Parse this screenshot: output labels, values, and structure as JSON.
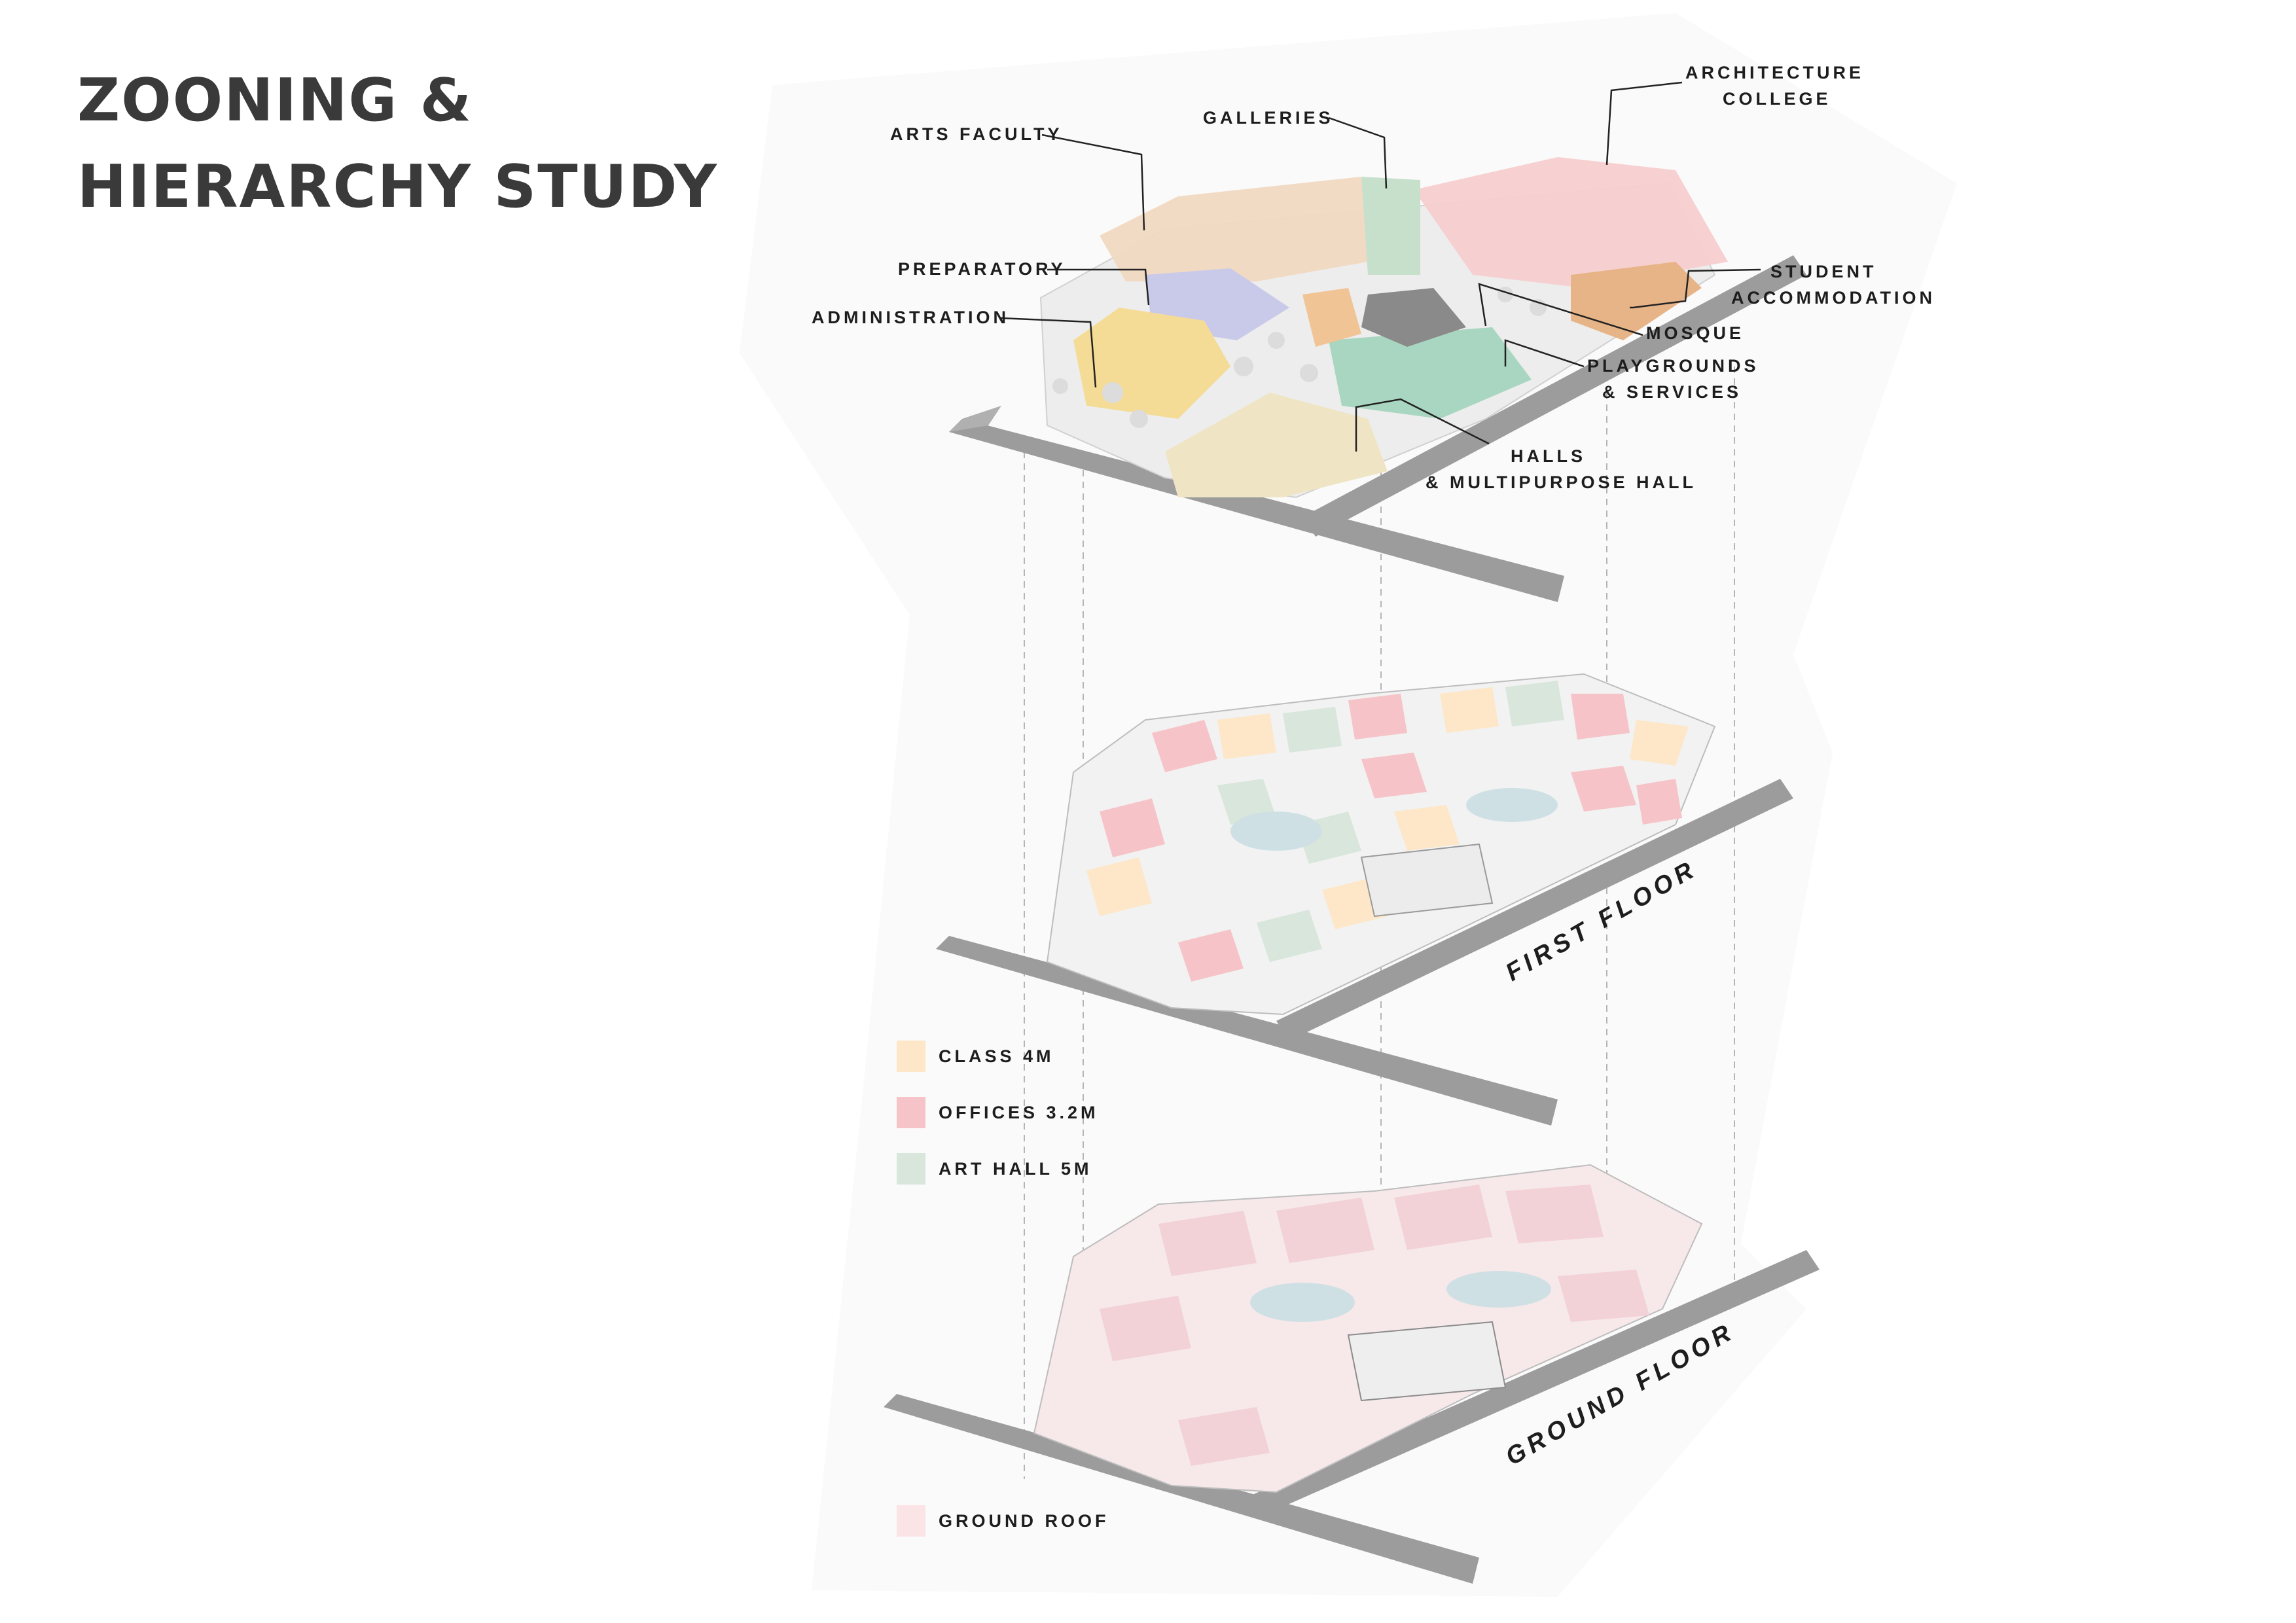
{
  "title": {
    "line1": "ZOONING &",
    "line2": "HIERARCHY STUDY"
  },
  "zones": {
    "arts_faculty": "ARTS FACULTY",
    "galleries": "GALLERIES",
    "architecture_college_1": "ARCHITECTURE",
    "architecture_college_2": "COLLEGE",
    "preparatory": "PREPARATORY",
    "administration": "ADMINISTRATION",
    "student_accommodation_1": "STUDENT",
    "student_accommodation_2": "ACCOMMODATION",
    "mosque": "MOSQUE",
    "playgrounds_1": "PLAYGROUNDS",
    "playgrounds_2": "& SERVICES",
    "halls_1": "HALLS",
    "halls_2": "& MULTIPURPOSE HALL"
  },
  "floors": {
    "first": "FIRST FLOOR",
    "ground": "GROUND FLOOR"
  },
  "legend": {
    "class": {
      "label": "CLASS 4M",
      "color": "#fde7c8"
    },
    "offices": {
      "label": "OFFICES 3.2M",
      "color": "#f6c4c8"
    },
    "art_hall": {
      "label": "ART HALL 5M",
      "color": "#d8e6dc"
    },
    "ground_roof": {
      "label": "GROUND ROOF",
      "color": "#fbe4e6"
    }
  },
  "colors": {
    "arts": "#f1d9c2",
    "galleries": "#c6e0cc",
    "architecture": "#f7cfd0",
    "preparatory": "#c9c9ea",
    "administration": "#f4dc96",
    "student": "#e7b487",
    "mosque": "#8a8a8a",
    "playgrounds": "#a9d6c0",
    "halls": "#efe5c5",
    "road": "#9c9c9c"
  }
}
